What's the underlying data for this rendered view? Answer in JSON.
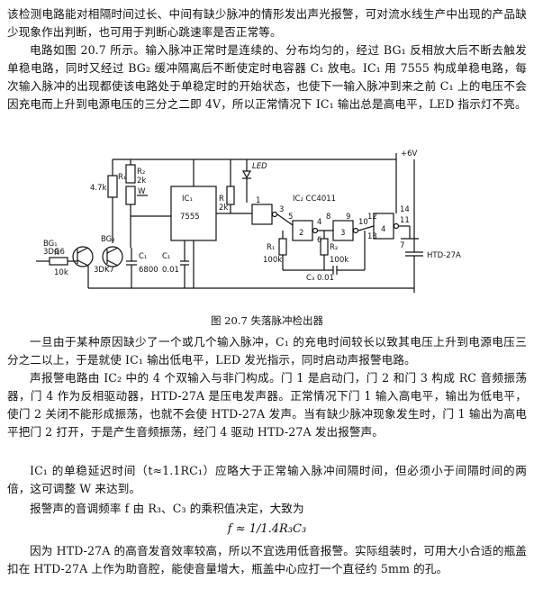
{
  "paragraphs": {
    "p0": "该检测电路能对相隔时间过长、中间有缺少脉冲的情形发出声光报警，可对流水线生产中出现的产品缺少现象作出判断，也可用于判断心跳速率是否正常等。",
    "p1": "电路如图 20.7 所示。输入脉冲正常时是连续的、分布均匀的，经过 BG₁ 反相放大后不断去触发单稳电路，同时又经过 BG₂ 缓冲隔离后不断使定时电容器 C₁ 放电。IC₁ 用 7555 构成单稳电路，每次输入脉冲的出现都使该电路处于单稳定时的开始状态，也使下一输入脉冲到来之前 C₁ 上的电压不会因充电而上升到电源电压的三分之二即 4V，所以正常情况下 IC₁ 输出总是高电平，LED 指示灯不亮。",
    "p2": "一旦由于某种原因缺少了一个或几个输入脉冲，C₁ 的充电时间较长以致其电压上升到电源电压三分之二以上，于是就使 IC₁ 输出低电平，LED 发光指示，同时启动声报警电路。",
    "p3": "声报警电路由 IC₂ 中的 4 个双输入与非门构成。门 1 是启动门，门 2 和门 3 构成 RC 音频振荡器，门 4 作为反相驱动器，HTD-27A 是压电发声器。正常情况下门 1 输入高电平，输出为低电平，使门 2 关闭不能形成振荡，也就不会使 HTD-27A 发声。当有缺少脉冲现象发生时，门 1 输出为高电平把门 2 打开，于是产生音频振荡，经门 4 驱动 HTD-27A 发出报警声。",
    "p4": "IC₁ 的单稳延迟时间（t≈1.1RC₁）应略大于正常输入脉冲间隔时间，但必须小于间隔时间的两倍，这可调整 W 来达到。",
    "p5": "报警声的音调频率 f 由 R₃、C₃ 的乘积值决定，大致为",
    "formula": "f ≈ 1/1.4R₃C₃",
    "p6": "因为 HTD-27A 的高音发音效率较高，所以不宜选用低音报警。实际组装时，可用大小合适的瓶盖扣在 HTD-27A 上作为助音腔，能使音量增大，瓶盖中心应打一个直径约 5mm 的孔。"
  },
  "figure": {
    "caption": "图 20.7   失落脉冲检出器",
    "labels": {
      "vcc": "+6V",
      "r1": "R₁",
      "r1v": "4.7k",
      "r2": "R₂",
      "r2v": "2k",
      "r3": "R",
      "r3v": "2k",
      "w": "W",
      "ic1": "IC₁",
      "ic1type": "7555",
      "led": "LED",
      "ic2": "IC₂ CC4011",
      "bg1": "BG₁",
      "bg1type": "3DG6",
      "bg2": "BG₂",
      "bg2type": "3DK7",
      "c1": "C₁",
      "c1v": "0.01",
      "c2": "C₁",
      "c2v": "6800",
      "rin": "R",
      "rinv": "10k",
      "r4": "R₁",
      "r4v": "100k",
      "r5": "R₂",
      "r5v": "100k",
      "c3": "C₃ 0.01",
      "htd": "HTD-27A",
      "g1": "1",
      "g2": "2",
      "g3": "3",
      "g4": "4",
      "g5": "5",
      "g6": "6",
      "g7": "7",
      "g8": "8",
      "g9": "9",
      "g10": "10",
      "g12": "12",
      "g13": "13",
      "g14": "14",
      "g11": "11"
    }
  }
}
